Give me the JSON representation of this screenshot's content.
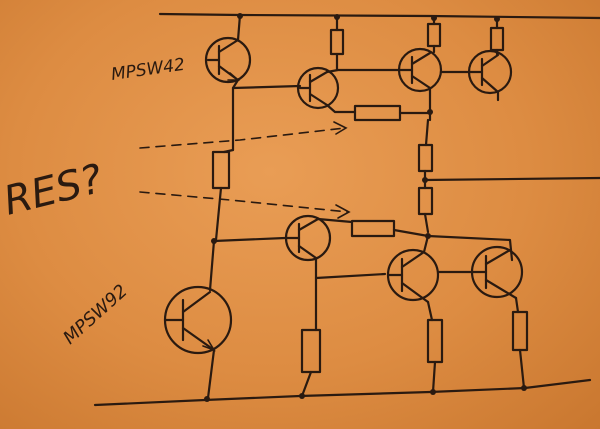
{
  "annotations": {
    "top_transistor": "MPSW42",
    "bottom_transistor": "MPSW92",
    "question": "RES?"
  },
  "colors": {
    "paper": "#dd8c42",
    "ink": "#2a1a10"
  }
}
